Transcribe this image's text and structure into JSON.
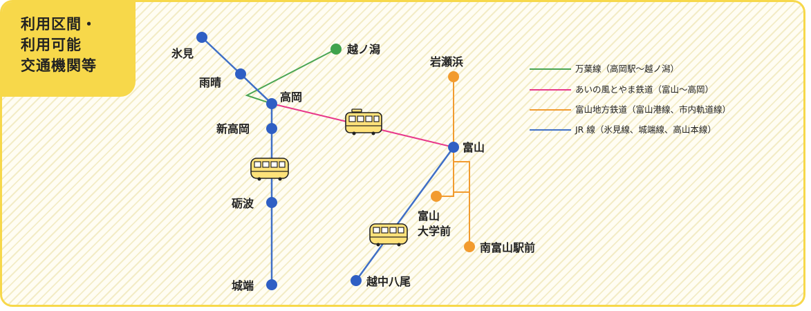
{
  "badge": {
    "line1": "利用区間・",
    "line2": "利用可能",
    "line3": "交通機関等"
  },
  "colors": {
    "manyo": "#4aa552",
    "ainokaze": "#e8388a",
    "chitetsu": "#f29b2e",
    "jr": "#3f6fc6",
    "jr_station": "#2f5fc4",
    "chitetsu_station": "#f29b2e",
    "manyo_station": "#3fa34d",
    "badge_bg": "#f7d84a"
  },
  "legend": [
    {
      "label": "万葉線（高岡駅〜越ノ潟）",
      "color": "#4aa552"
    },
    {
      "label": "あいの風とやま鉄道（富山〜高岡）",
      "color": "#e8388a"
    },
    {
      "label": "富山地方鉄道（富山港線、市内軌道線）",
      "color": "#f29b2e"
    },
    {
      "label": "JR 線（氷見線、城端線、高山本線）",
      "color": "#3f6fc6"
    }
  ],
  "stations": {
    "himi": "氷見",
    "amaharashi": "雨晴",
    "takaoka": "高岡",
    "shintakaoka": "新高岡",
    "tonami": "砺波",
    "johana": "城端",
    "koshinokata": "越ノ潟",
    "iwasehama": "岩瀬浜",
    "toyama": "富山",
    "toyama_daigaku_1": "富山",
    "toyama_daigaku_2": "大学前",
    "minamitoyama": "南富山駅前",
    "etchu_yatsuo": "越中八尾"
  },
  "icons": [
    "tram-icon",
    "train-icon",
    "train-icon",
    "train-icon"
  ]
}
